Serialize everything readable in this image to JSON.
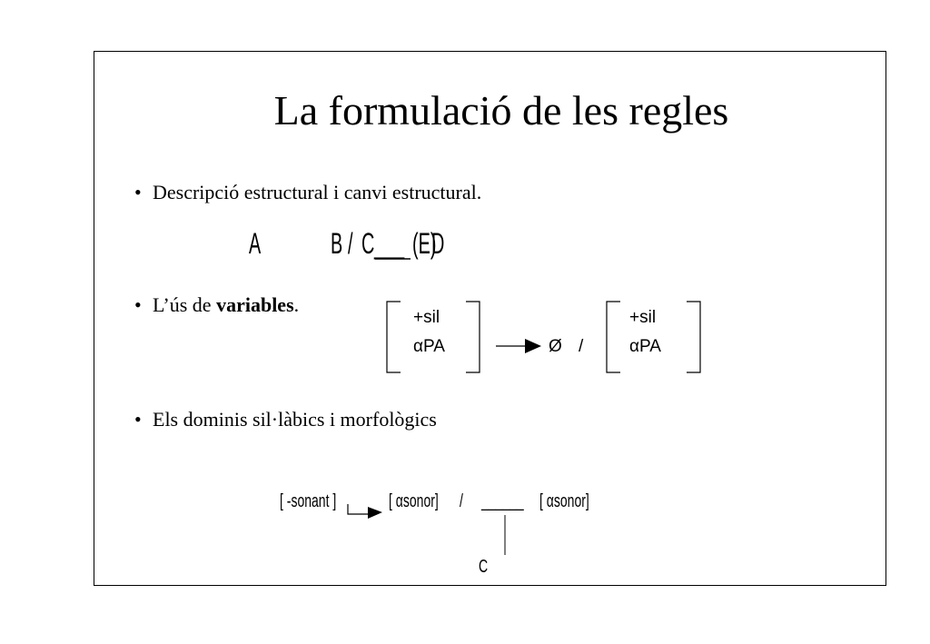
{
  "title": "La formulació de les regles",
  "bullets": {
    "b1": "Descripció estructural i canvi estructural.",
    "b2_prefix": "L’ús de ",
    "b2_bold": "variables",
    "b2_suffix": ".",
    "b3": "Els dominis sil·làbics i morfològics"
  },
  "bullet_char": "•",
  "rule1": {
    "a": "A",
    "b": "B",
    "slash": "/",
    "c": "C",
    "blank": "___",
    "e": "(E)",
    "d": "D"
  },
  "matrix": {
    "left_row1": "+sil",
    "left_row2": "αPA",
    "right_row1": "+sil",
    "right_row2": "αPA",
    "null_symbol": "Ø",
    "slash": "/"
  },
  "rule3": {
    "input": "[ -sonant ]",
    "output": "[ αsonor]",
    "slash": "/",
    "blank": "______",
    "context": "[ αsonor]",
    "below": "C"
  }
}
